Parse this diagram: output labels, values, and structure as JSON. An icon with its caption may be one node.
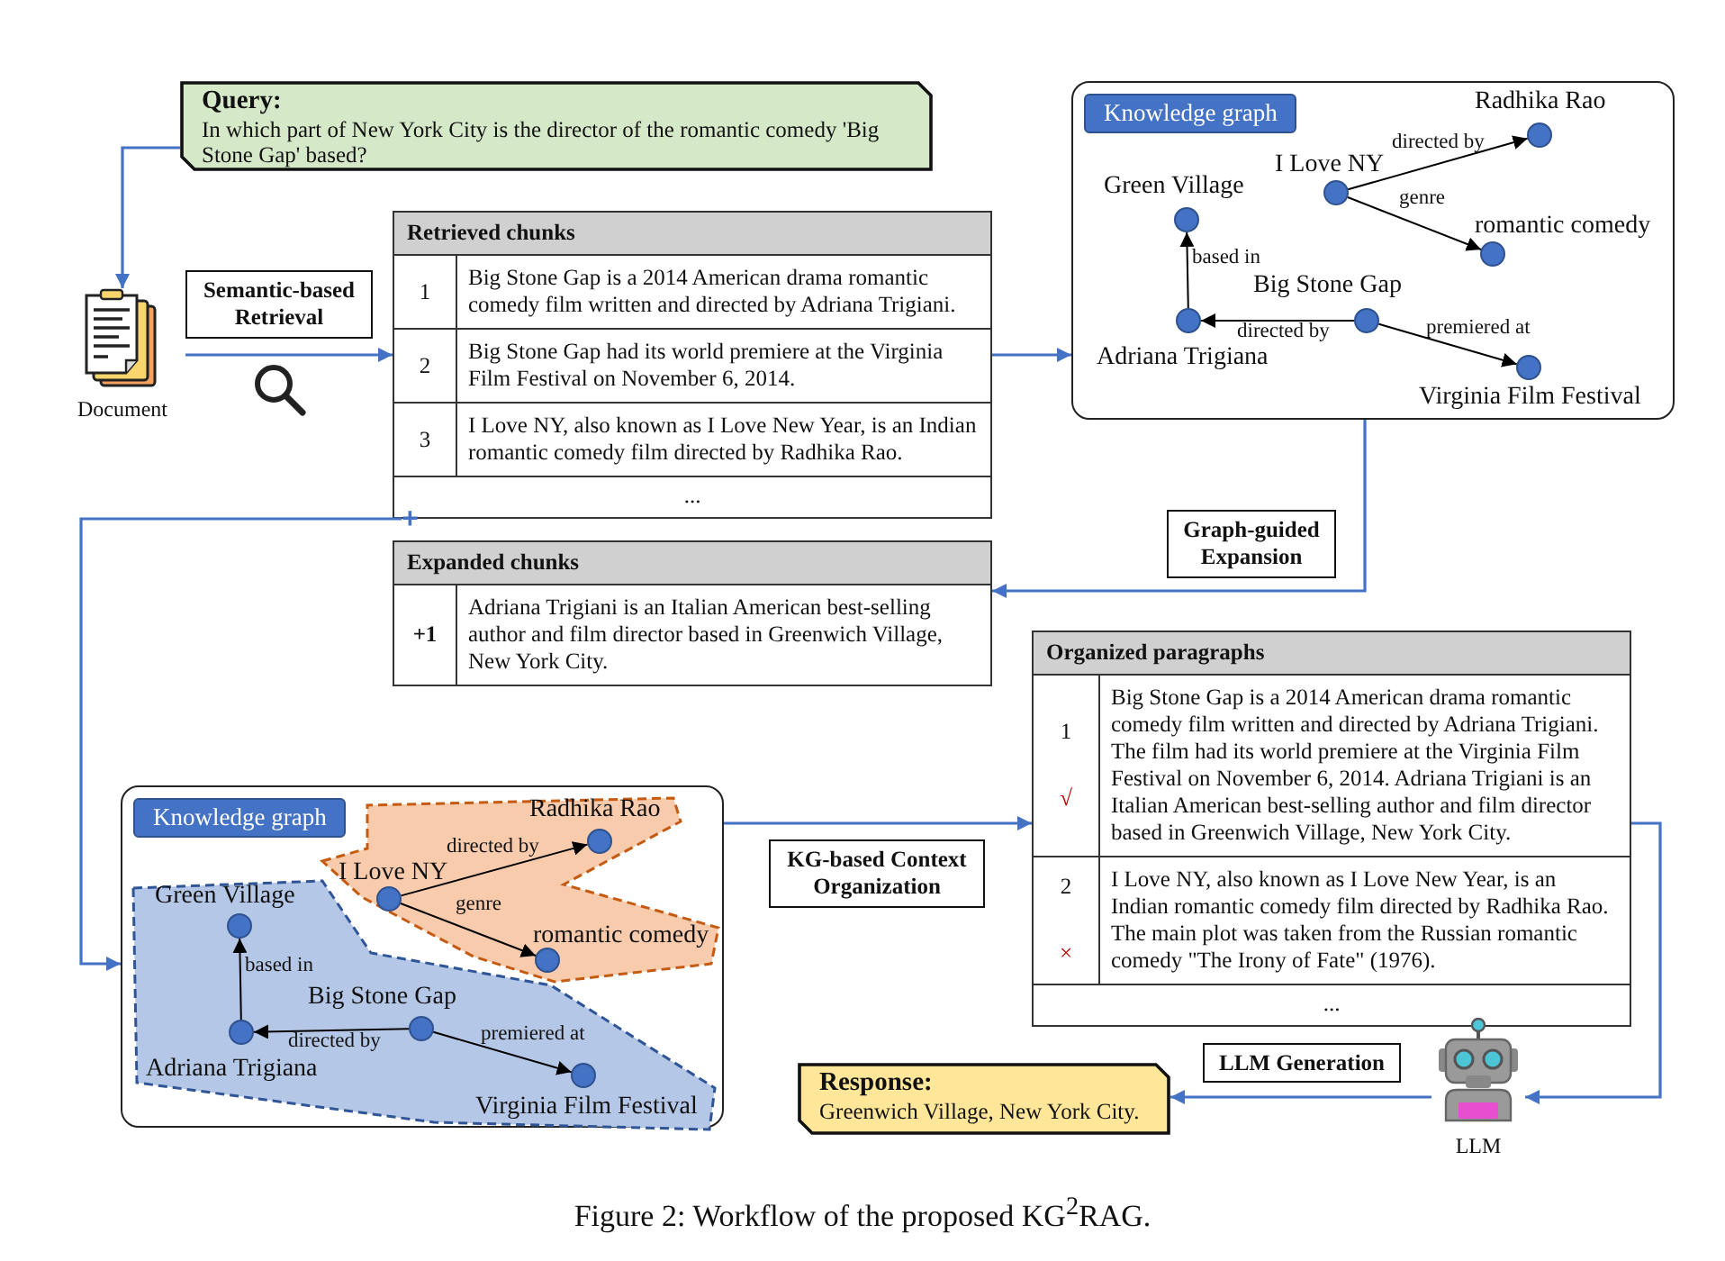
{
  "diagram": {
    "caption": "Figure 2: Workflow of the proposed KG$^{2}$RAG.",
    "nodes": [
      {
        "text": [
          "Query:",
          "In which part of New York City is the director of the romantic comedy 'Big Stone Gap' based?"
        ]
      },
      {
        "text": [
          "Document"
        ]
      },
      {
        "text": [
          "Retrieved chunks",
          "1",
          "Big Stone Gap is a 2014 American drama romantic comedy film written and directed by Adriana Trigiani.",
          "2",
          "Big Stone Gap had its world premiere at the Virginia Film Festival on November 6, 2014.",
          "3",
          "I Love NY, also known as I Love New Year, is an Indian romantic comedy film directed by Radhika Rao.",
          "..."
        ]
      },
      {
        "text": [
          "Knowledge graph"
        ]
      },
      {
        "text": [
          "Radhika Rao"
        ],
        "in": 3
      },
      {
        "text": [
          "I Love NY"
        ],
        "in": 3
      },
      {
        "text": [
          "Green Village"
        ],
        "in": 3
      },
      {
        "text": [
          "romantic comedy"
        ],
        "in": 3
      },
      {
        "text": [
          "Big Stone Gap"
        ],
        "in": 3
      },
      {
        "text": [
          "Adriana Trigiana"
        ],
        "in": 3
      },
      {
        "text": [
          "Virginia Film Festival"
        ],
        "in": 3
      },
      {
        "text": [
          "+"
        ]
      },
      {
        "text": [
          "Expanded chunks",
          "+1",
          "Adriana Trigiani is an Italian American best-selling author and film director based in Greenwich Village, New York City."
        ]
      },
      {
        "text": [
          "Knowledge graph"
        ]
      },
      {
        "text": [],
        "shape": "polygon",
        "in": 13
      },
      {
        "text": [
          "Radhika Rao"
        ],
        "in": 14
      },
      {
        "text": [
          "I Love NY"
        ],
        "in": 14
      },
      {
        "text": [
          "romantic comedy"
        ],
        "in": 14
      },
      {
        "text": [],
        "shape": "polygon",
        "in": 13
      },
      {
        "text": [
          "Green Village"
        ],
        "in": 18
      },
      {
        "text": [
          "Big Stone Gap"
        ],
        "in": 18
      },
      {
        "text": [
          "Adriana Trigiana"
        ],
        "in": 18
      },
      {
        "text": [
          "Virginia Film Festival"
        ],
        "in": 18
      },
      {
        "text": [
          "Organized paragraphs",
          "1",
          "√",
          "Big Stone Gap is a 2014 American drama romantic comedy film written and directed by Adriana Trigiani. The film had its world premiere at the Virginia Film Festival on November 6, 2014. Adriana Trigiani is an Italian American best-selling author and film director based in Greenwich Village, New York City.",
          "2",
          "×",
          "I Love NY, also known as I Love New Year, is an Indian romantic comedy film directed by Radhika Rao. The main plot was taken from the Russian romantic comedy \"The Irony of Fate\" (1976).",
          "..."
        ]
      },
      {
        "text": [
          "LLM"
        ]
      },
      {
        "text": [
          "Response:",
          "Greenwich Village, New York City."
        ]
      }
    ],
    "edges": [
      {
        "from": 0,
        "to": 1,
        "arrow": "to",
        "color": "#4472c4"
      },
      {
        "from": 1,
        "to": 2,
        "arrow": "to",
        "label": "Semantic-based Retrieval",
        "color": "#4472c4"
      },
      {
        "from": 2,
        "to": 3,
        "arrow": "to",
        "color": "#4472c4"
      },
      {
        "from": 5,
        "to": 4,
        "arrow": "to",
        "label": "directed by"
      },
      {
        "from": 5,
        "to": 7,
        "arrow": "to",
        "label": "genre"
      },
      {
        "from": 9,
        "to": 6,
        "arrow": "to",
        "label": "based in"
      },
      {
        "from": 8,
        "to": 9,
        "arrow": "to",
        "label": "directed by"
      },
      {
        "from": 8,
        "to": 10,
        "arrow": "to",
        "label": "premiered at"
      },
      {
        "from": 3,
        "to": 12,
        "arrow": "to",
        "label": "Graph-guided Expansion",
        "color": "#4472c4"
      },
      {
        "from": 11,
        "to": 13,
        "arrow": "to",
        "color": "#4472c4"
      },
      {
        "from": 16,
        "to": 15,
        "arrow": "to",
        "label": "directed by"
      },
      {
        "from": 16,
        "to": 17,
        "arrow": "to",
        "label": "genre"
      },
      {
        "from": 21,
        "to": 19,
        "arrow": "to",
        "label": "based in"
      },
      {
        "from": 20,
        "to": 21,
        "arrow": "to",
        "label": "directed by"
      },
      {
        "from": 20,
        "to": 22,
        "arrow": "to",
        "label": "premiered at"
      },
      {
        "from": 13,
        "to": 23,
        "arrow": "to",
        "label": "KG-based Context Organization",
        "color": "#4472c4"
      },
      {
        "from": 23,
        "to": 24,
        "arrow": "to",
        "color": "#4472c4"
      },
      {
        "from": 24,
        "to": 25,
        "arrow": "to",
        "label": "LLM Generation",
        "color": "#4472c4"
      }
    ]
  }
}
